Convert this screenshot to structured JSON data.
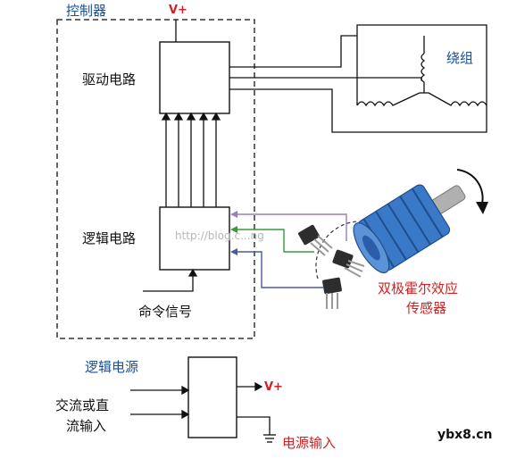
{
  "controller": {
    "title": "控制器",
    "drive_circuit": "驱动电路",
    "logic_circuit": "逻辑电路",
    "command_signal": "命令信号"
  },
  "supply": {
    "vplus_top": "V+",
    "vplus_right": "V+",
    "logic_power": "逻辑电源",
    "ac_dc_input_line1": "交流或直",
    "ac_dc_input_line2": "流输入",
    "power_input": "电源输入"
  },
  "windings": {
    "label": "绕组"
  },
  "sensor": {
    "label_line1": "双极霍尔效应",
    "label_line2": "传感器"
  },
  "watermark": {
    "text": "http://blog.c...ng"
  },
  "site": {
    "text": "ybx8.cn"
  },
  "colors": {
    "label_blue": "#1a4e96",
    "label_red": "#d42020",
    "motor_blue": "#3a78c8",
    "signal_purple": "#9b7dc0",
    "signal_green": "#3a9a3a",
    "signal_navy": "#4a5aa0"
  }
}
